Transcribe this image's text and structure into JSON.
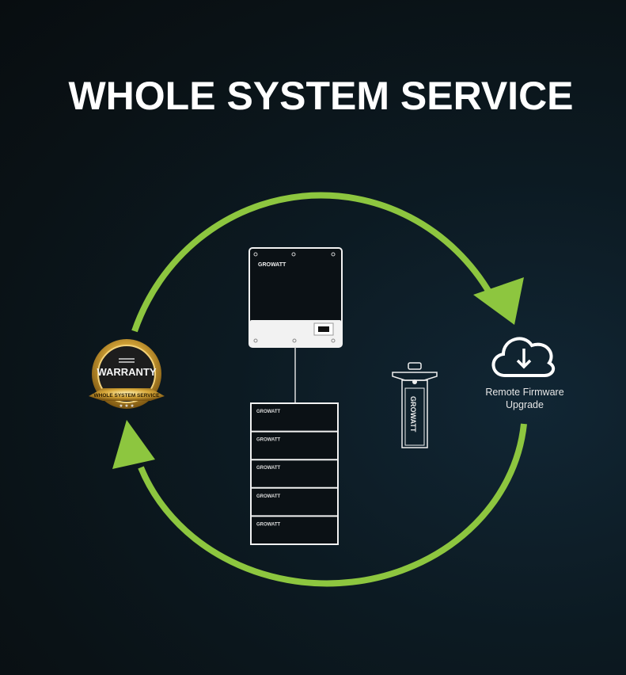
{
  "title": "WHOLE SYSTEM SERVICE",
  "badge": {
    "main": "WARRANTY",
    "ribbon": "WHOLE SYSTEM SERVICE"
  },
  "brand": "GROWATT",
  "firmware": {
    "line1": "Remote Firmware",
    "line2": "Upgrade",
    "icon": "cloud-download-icon"
  },
  "colors": {
    "arrow": "#8dc63f",
    "gold": "#d9a93a"
  }
}
